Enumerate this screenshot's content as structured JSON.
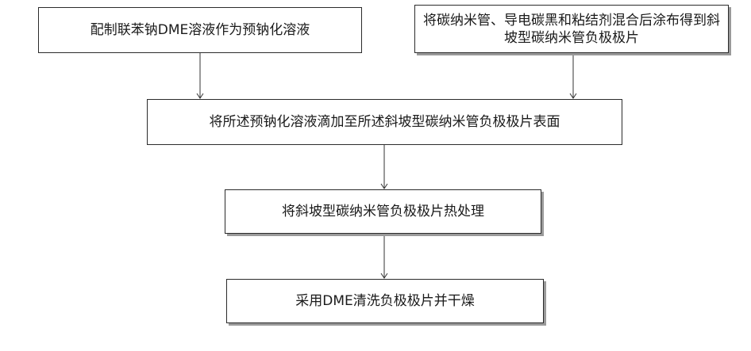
{
  "steps": {
    "s1": "配制联苯钠DME溶液作为预钠化溶液",
    "s2": "将碳纳米管、导电碳黑和粘结剂混合后涂布得到斜坡型碳纳米管负极极片",
    "s3": "将所述预钠化溶液滴加至所述斜坡型碳纳米管负极极片表面",
    "s4": "将斜坡型碳纳米管负极极片热处理",
    "s5": "采用DME清洗负极极片并干燥"
  }
}
